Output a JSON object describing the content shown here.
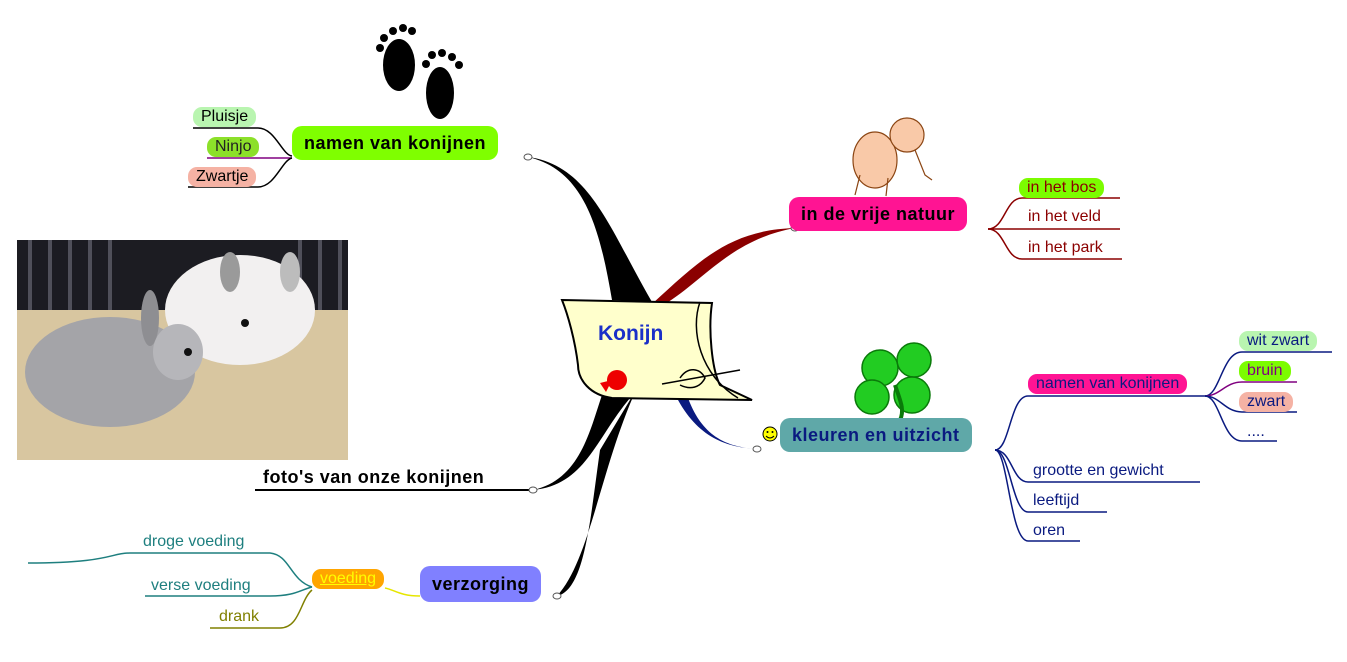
{
  "center": {
    "title": "Konijn"
  },
  "branches": {
    "namen": {
      "label": "namen van konijnen",
      "children": [
        "Pluisje",
        "Ninjo",
        "Zwartje"
      ]
    },
    "natuur": {
      "label": "in de vrije natuur",
      "children": [
        "in het bos",
        "in het veld",
        "in het park"
      ]
    },
    "kleuren": {
      "label": "kleuren en uitzicht",
      "children": {
        "namen": {
          "label": "namen van konijnen",
          "children": [
            "wit zwart",
            "bruin",
            "zwart",
            "...."
          ]
        },
        "rest": [
          "grootte en gewicht",
          "leeftijd",
          "oren"
        ]
      }
    },
    "fotos": {
      "label": "foto's van onze konijnen"
    },
    "verzorging": {
      "label": "verzorging",
      "voeding": {
        "label": "voeding",
        "children": [
          "droge voeding",
          "verse voeding"
        ]
      },
      "drank": "drank"
    }
  },
  "icons": [
    "footprints-icon",
    "baby-icon",
    "clover-icon",
    "smiley-icon",
    "rabbit-photo"
  ],
  "colors": {
    "namen": "#7fff00",
    "natuur": "#ff1493",
    "kleuren": "#5fa8a8",
    "verzorging": "#8080ff",
    "voeding": "#ffa500"
  }
}
